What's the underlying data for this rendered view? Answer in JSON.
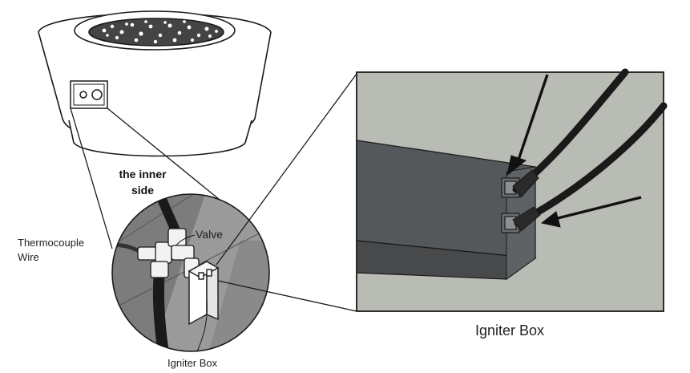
{
  "labels": {
    "inner_side_line1": "the inner",
    "inner_side_line2": "side",
    "valve": "Valve",
    "thermocouple_line1": "Thermocouple",
    "thermocouple_line2": "Wire",
    "igniter_box_small": "Igniter Box",
    "igniter_box_large": "Igniter Box"
  },
  "colors": {
    "outline": "#1a1a1a",
    "background_gray": "#b8bcb5",
    "box_dark": "#55585b",
    "box_top": "#6a6d70",
    "wire": "#222222"
  }
}
